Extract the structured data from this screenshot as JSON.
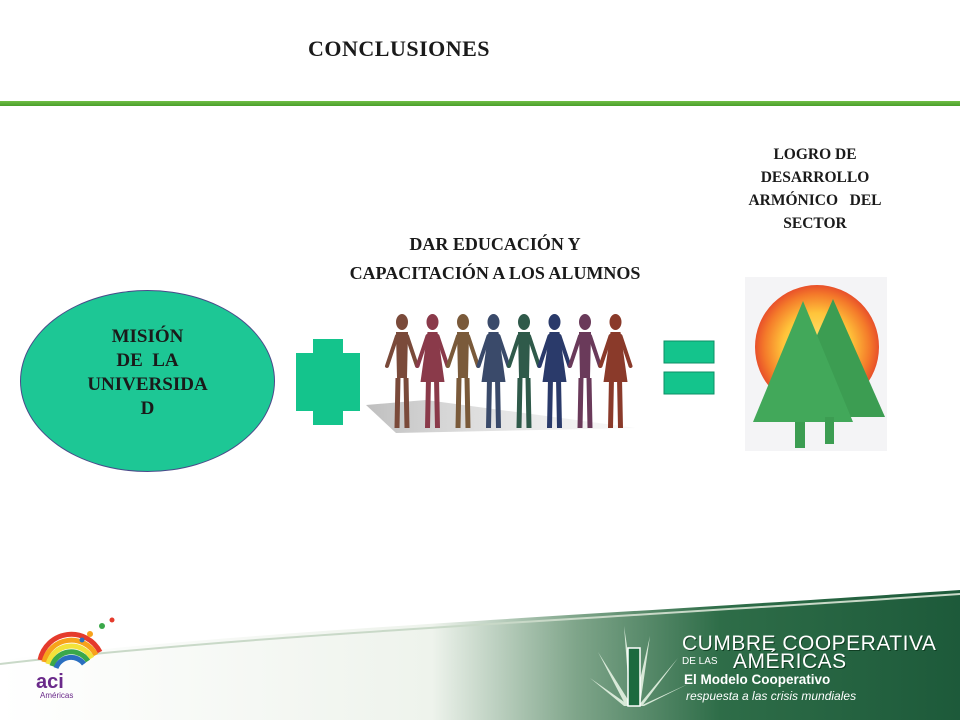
{
  "slide": {
    "title": "CONCLUSIONES",
    "mission": {
      "lines": [
        "MISIÓN",
        "DE  LA",
        "UNIVERSIDA",
        "D"
      ]
    },
    "operator_plus": "plus-sign",
    "education": {
      "lines": [
        "DAR EDUCACIÓN Y",
        "CAPACITACIÓN A LOS ALUMNOS"
      ]
    },
    "operator_equals": "equals-sign",
    "goal": {
      "lines": [
        "LOGRO  DE",
        "DESARROLLO",
        "ARMÓNICO   DEL",
        "SECTOR"
      ]
    }
  },
  "footer": {
    "left_logo": {
      "icon": "aci-americas-logo",
      "text_main": "aci",
      "text_sub": "Américas"
    },
    "brand": {
      "line1": "CUMBRE COOPERATIVA",
      "prefix": "DE LAS",
      "line2": "AMÉRICAS",
      "tagline": "El Modelo Cooperativo",
      "subtitle": "respuesta a las crisis mundiales"
    }
  },
  "colors": {
    "accent_green": "#5cb038",
    "oval_fill": "#1dc795",
    "operator_fill": "#14c48c",
    "footer_dark": "#1d5a3a"
  }
}
